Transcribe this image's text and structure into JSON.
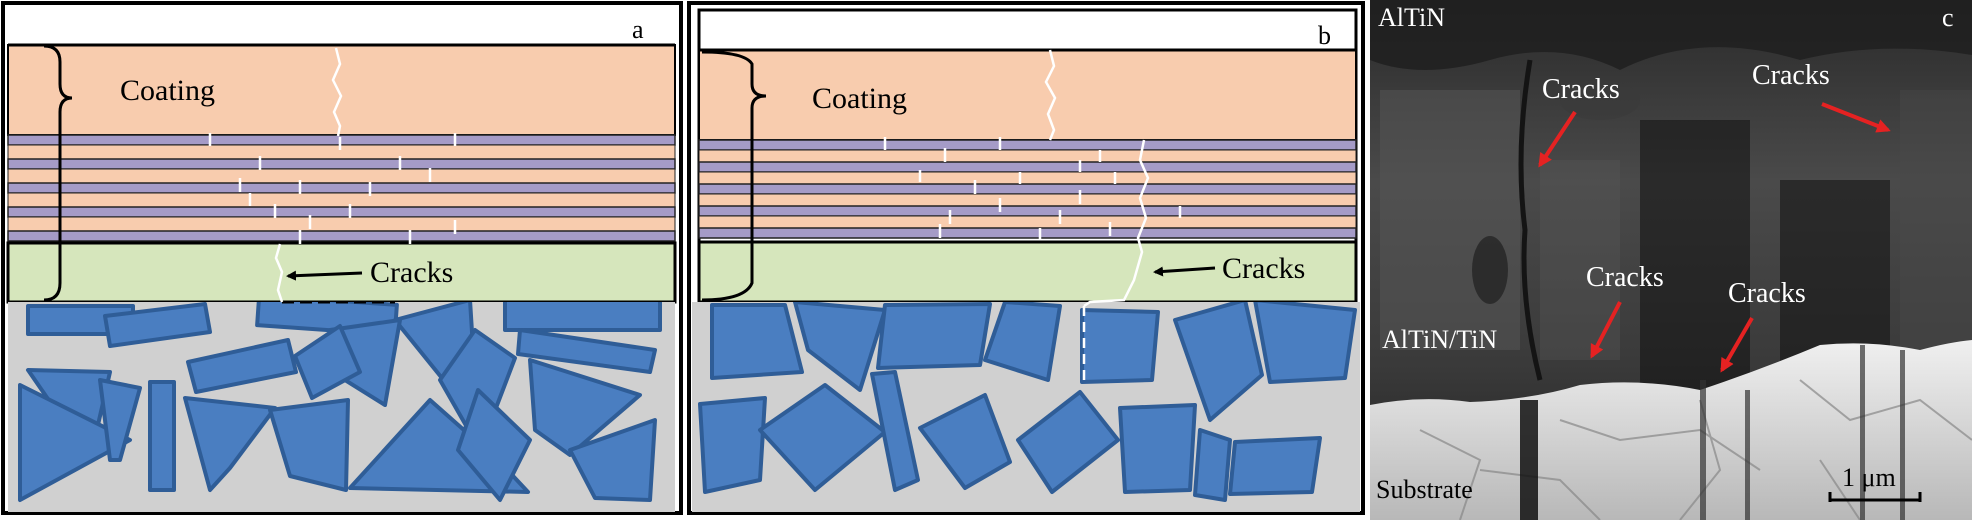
{
  "panels": {
    "a": {
      "letter": "a",
      "coating_label": "Coating",
      "cracks_label": "Cracks"
    },
    "b": {
      "letter": "b",
      "coating_label": "Coating",
      "cracks_label": "Cracks"
    },
    "c": {
      "letter": "c",
      "top_label": "AlTiN",
      "mid_label": "AlTiN/TiN",
      "bottom_label": "Substrate",
      "scale_label": "1 μm",
      "crack_annotations": [
        "Cracks",
        "Cracks",
        "Cracks",
        "Cracks"
      ]
    }
  },
  "colors": {
    "coating_top": "#f8ccae",
    "multilayer_purple": "#a59bc7",
    "adhesion_layer": "#d6e6bc",
    "grain_fill": "#4a7ec1",
    "grain_stroke": "#2f5d97",
    "substrate_bg": "#d0d0d0",
    "arrow_red": "#e52222"
  }
}
